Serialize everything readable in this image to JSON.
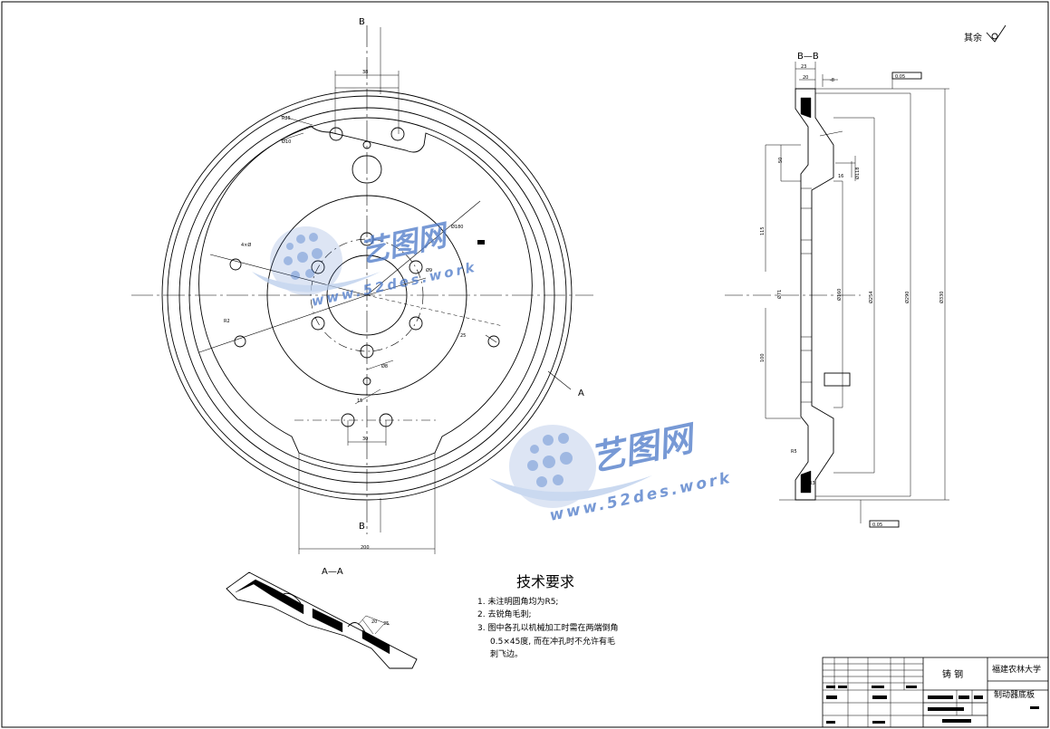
{
  "section_labels": {
    "b_top": "B",
    "b_bottom": "B",
    "a_mark": "A",
    "section_bb": "B—B",
    "section_aa": "A—A"
  },
  "surface_note": "其余",
  "requirements": {
    "title": "技术要求",
    "items": [
      "1. 未注明圆角均为R5;",
      "2. 去锐角毛刺;",
      "3. 图中各孔以机械加工时需在两端倒角",
      "0.5×45度, 而在冲孔时不允许有毛",
      "刺飞边。"
    ]
  },
  "title_block": {
    "material": "铸 钢",
    "school": "福建农林大学",
    "part_name": "制动器底板"
  },
  "watermarks": [
    {
      "brand": "艺图网",
      "url": "www.52des.work"
    },
    {
      "brand": "艺图网",
      "url": "www.52des.work"
    }
  ],
  "colors": {
    "line": "#000000",
    "watermark_blue": "#4a78c8",
    "watermark_light": "#b9cdec"
  }
}
